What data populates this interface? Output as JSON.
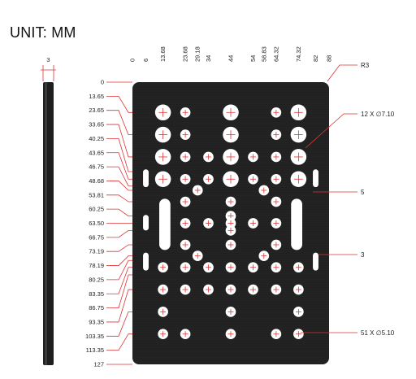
{
  "title": "UNIT: MM",
  "side_view": {
    "thickness_label": "3"
  },
  "top_dims": [
    "0",
    "6",
    "13.68",
    "23.68",
    "29.18",
    "34",
    "44",
    "54",
    "58.83",
    "64.32",
    "74.32",
    "82",
    "88"
  ],
  "left_dims": [
    "0",
    "13.65",
    "23.65",
    "33.65",
    "40.25",
    "43.65",
    "46.75",
    "48.68",
    "53.81",
    "60.25",
    "63.50",
    "66.75",
    "73.19",
    "78.19",
    "80.25",
    "83.35",
    "86.75",
    "93.35",
    "103.35",
    "113.35",
    "127"
  ],
  "callouts": {
    "corner_radius": "R3",
    "large_holes": "12 X ∅7.10",
    "slot_width": "5",
    "slot_offset": "3",
    "small_holes": "51 X ∅5.10"
  },
  "colors": {
    "plate": "#202020",
    "leader": "#dd3333",
    "hole": "#ffffff"
  }
}
